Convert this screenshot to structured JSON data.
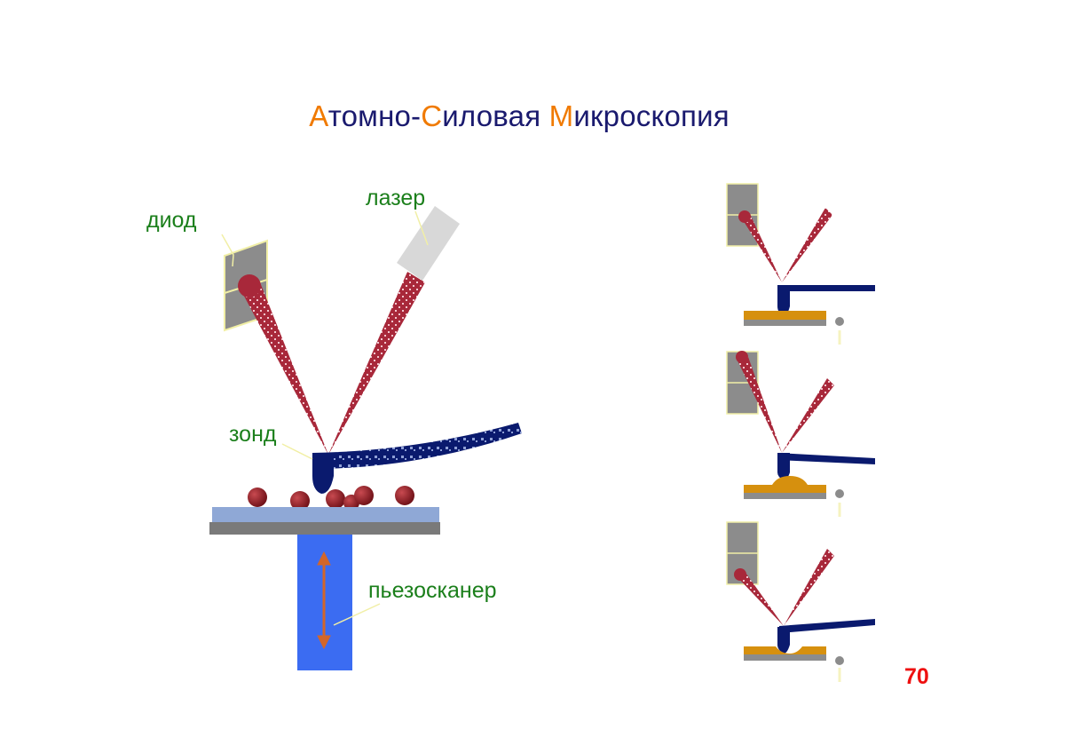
{
  "title": {
    "part1_accent": "А",
    "part1_rest": "томно-",
    "part2_accent": "С",
    "part2_rest": "иловая ",
    "part3_accent": "М",
    "part3_rest": "икроскопия"
  },
  "labels": {
    "diode": "диод",
    "laser": "лазер",
    "probe": "зонд",
    "piezoscanner": "пьезосканер"
  },
  "page_number": "70",
  "colors": {
    "title_text": "#1a1a6e",
    "title_accent": "#f07a00",
    "label_text": "#1b7f1b",
    "page_number": "#ee1010",
    "laser_beam": "#a8283a",
    "probe": "#0a1a6e",
    "scanner": "#3b6cf2",
    "sample_stage": "#8fa8d6",
    "sample_particles": "#8a1a20",
    "sample_layer": "#d6900e"
  }
}
